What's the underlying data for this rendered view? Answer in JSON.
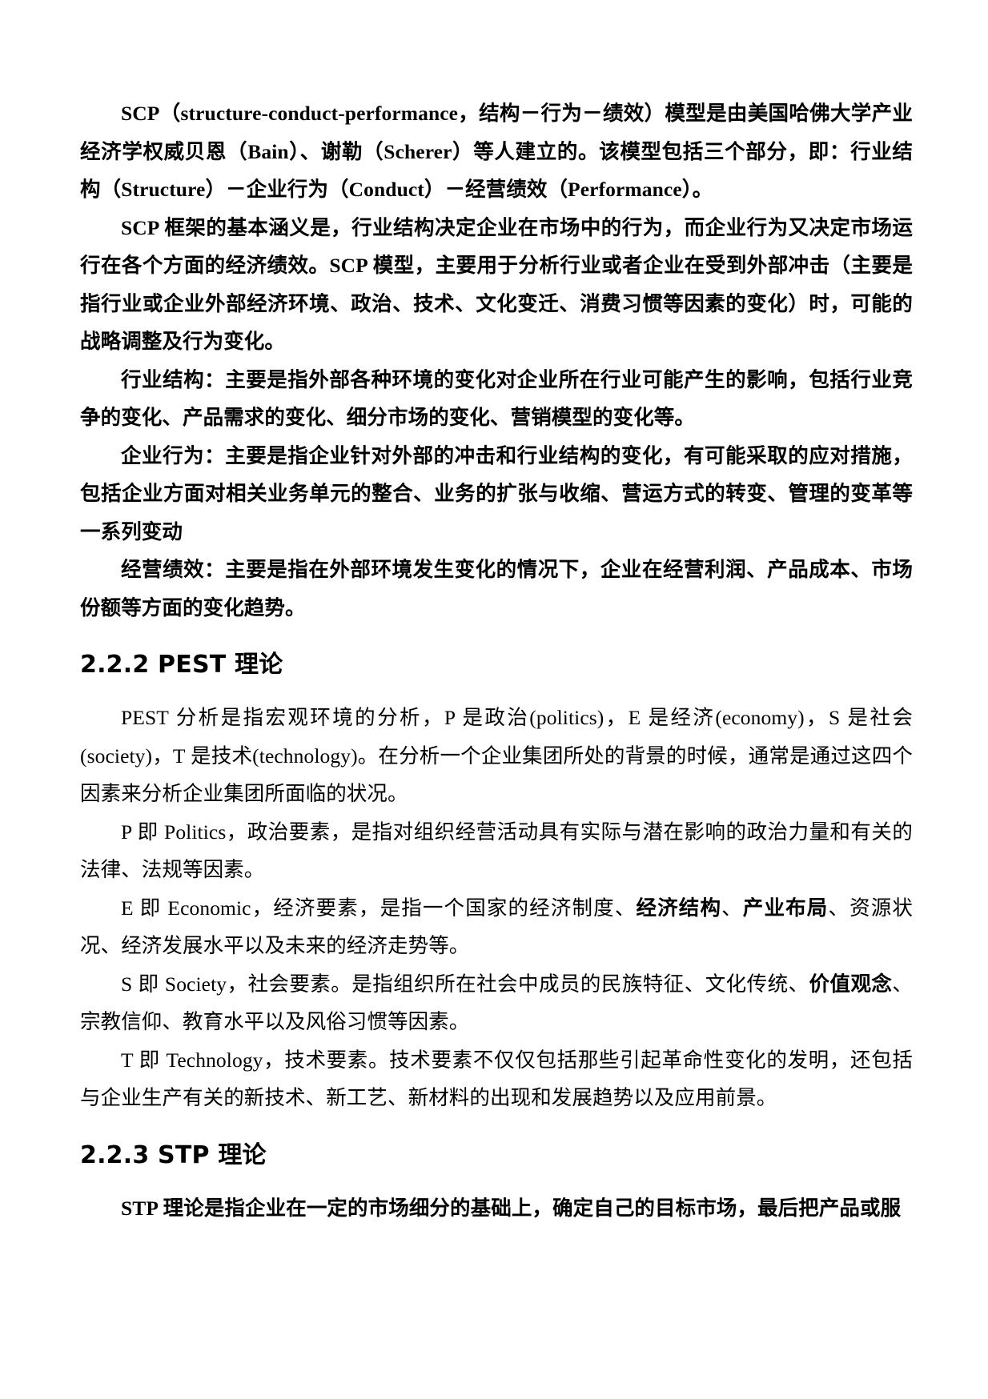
{
  "document": {
    "page_background": "#ffffff",
    "text_color": "#000000",
    "sections": [
      {
        "id": "scp",
        "paragraphs": [
          "SCP（structure-conduct-performance，结构－行为－绩效）模型是由美国哈佛大学产业经济学权威贝恩（Bain）、谢勒（Scherer）等人建立的。该模型包括三个部分，即：行业结构（Structure）－企业行为（Conduct）－经营绩效（Performance）。",
          "SCP 框架的基本涵义是，行业结构决定企业在市场中的行为，而企业行为又决定市场运行在各个方面的经济绩效。SCP 模型，主要用于分析行业或者企业在受到外部冲击（主要是指行业或企业外部经济环境、政治、技术、文化变迁、消费习惯等因素的变化）时，可能的战略调整及行为变化。",
          "行业结构：主要是指外部各种环境的变化对企业所在行业可能产生的影响，包括行业竞争的变化、产品需求的变化、细分市场的变化、营销模型的变化等。",
          "企业行为：主要是指企业针对外部的冲击和行业结构的变化，有可能采取的应对措施，包括企业方面对相关业务单元的整合、业务的扩张与收缩、营运方式的转变、管理的变革等一系列变动",
          "经营绩效：主要是指在外部环境发生变化的情况下，企业在经营利润、产品成本、市场份额等方面的变化趋势。"
        ]
      },
      {
        "id": "pest",
        "heading": "2.2.2 PEST 理论",
        "paragraphs": [
          "PEST 分析是指宏观环境的分析，P 是政治(politics)，E 是经济(economy)，S 是社会(society)，T 是技术(technology)。在分析一个企业集团所处的背景的时候，通常是通过这四个因素来分析企业集团所面临的状况。",
          "P 即 Politics，政治要素，是指对组织经营活动具有实际与潜在影响的政治力量和有关的法律、法规等因素。"
        ],
        "economic_paragraph": {
          "lead": "E 即 Economic，经济要素，是指一个国家的经济制度、",
          "emphasis_1": "经济结构",
          "middle": "、",
          "emphasis_2": "产业布局",
          "tail": "、资源状况、经济发展水平以及未来的经济走势等。"
        },
        "society_paragraph": {
          "lead": "S 即 Society，社会要素。是指组织所在社会中成员的民族特征、文化传统、",
          "emphasis_1": "价值观念",
          "tail": "、宗教信仰、教育水平以及风俗习惯等因素。"
        },
        "technology_paragraph": "T 即 Technology，技术要素。技术要素不仅仅包括那些引起革命性变化的发明，还包括与企业生产有关的新技术、新工艺、新材料的出现和发展趋势以及应用前景。"
      },
      {
        "id": "stp",
        "heading": "2.2.3 STP 理论",
        "paragraphs": [
          "STP 理论是指企业在一定的市场细分的基础上，确定自己的目标市场，最后把产品或服"
        ]
      }
    ]
  }
}
